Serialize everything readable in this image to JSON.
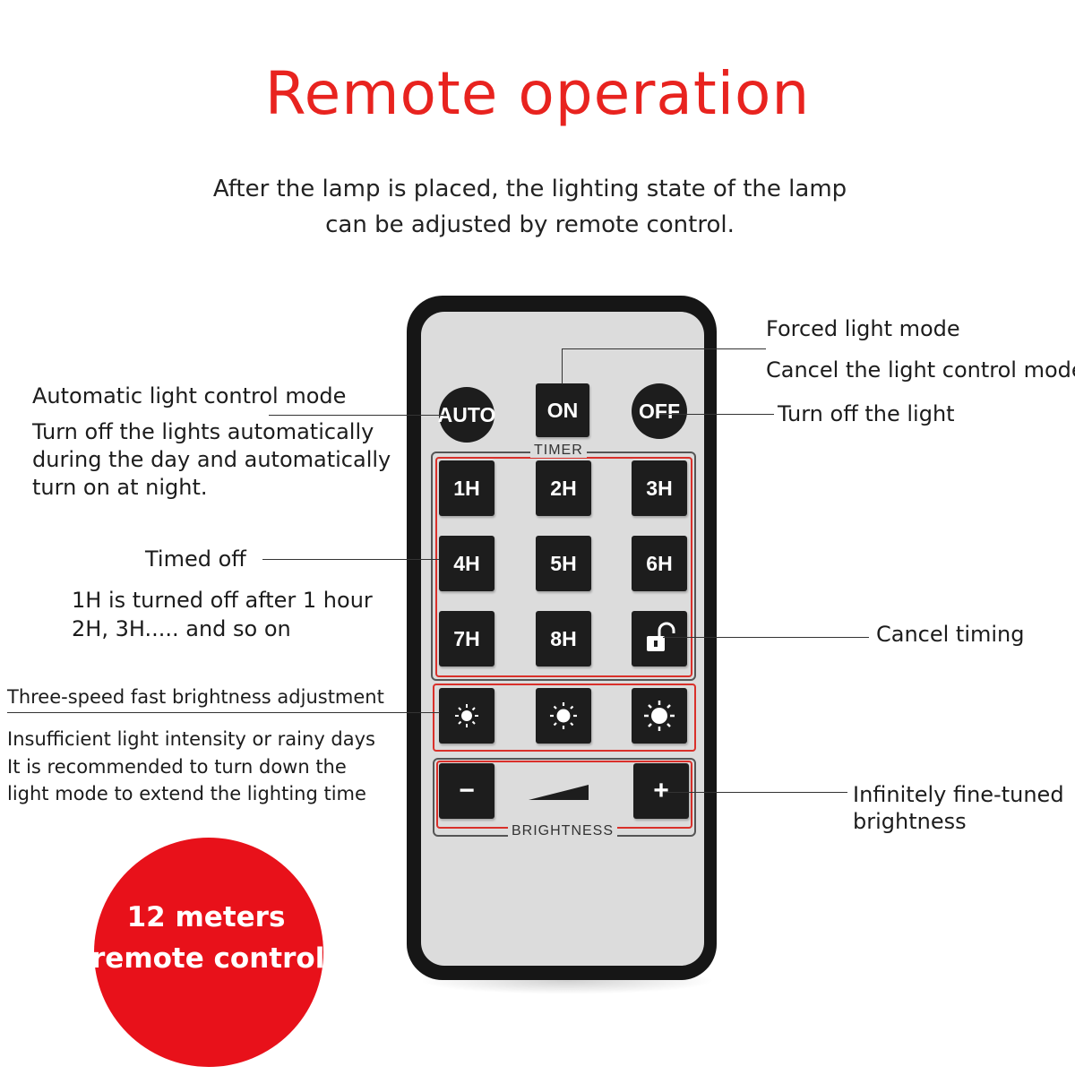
{
  "header": {
    "title": "Remote operation",
    "subtitle_line1": "After the lamp is placed, the lighting state of the lamp",
    "subtitle_line2": "can be adjusted by remote control."
  },
  "annotations": {
    "auto_title": "Automatic light control mode",
    "auto_desc1": "Turn off the lights automatically",
    "auto_desc2": "during the day and automatically",
    "auto_desc3": "turn on at night.",
    "timed_title": "Timed off",
    "timed_desc1": "1H is turned off after 1 hour",
    "timed_desc2": "2H, 3H..... and so on",
    "speed_title": "Three-speed fast brightness adjustment",
    "speed_desc1": "Insufficient light intensity or rainy days",
    "speed_desc2": "It is recommended to turn down the",
    "speed_desc3": "light mode to extend the lighting time",
    "forced": "Forced light mode",
    "cancel_control": "Cancel the light control mode",
    "turn_off": "Turn off the light",
    "cancel_timing": "Cancel timing",
    "fine_tuned1": "Infinitely fine-tuned",
    "fine_tuned2": "brightness"
  },
  "remote": {
    "auto_label": "AUTO",
    "on_label": "ON",
    "off_label": "OFF",
    "timer_tag": "TIMER",
    "brightness_tag": "BRIGHTNESS",
    "timer_buttons": [
      "1H",
      "2H",
      "3H",
      "4H",
      "5H",
      "6H",
      "7H",
      "8H"
    ],
    "minus_label": "−",
    "plus_label": "+"
  },
  "badge": {
    "line1": "12 meters",
    "line2": "remote control"
  },
  "colors": {
    "title": "#e8231f",
    "badge": "#e8111a",
    "remote_body": "#161616",
    "remote_face": "#dcdcdc",
    "highlight_frame": "#d9302a"
  },
  "icons": {
    "cancel_timing": "unlock-icon",
    "brightness_levels": [
      "sun-small-icon",
      "sun-medium-icon",
      "sun-large-icon"
    ],
    "brightness_ramp": "ramp-icon"
  }
}
